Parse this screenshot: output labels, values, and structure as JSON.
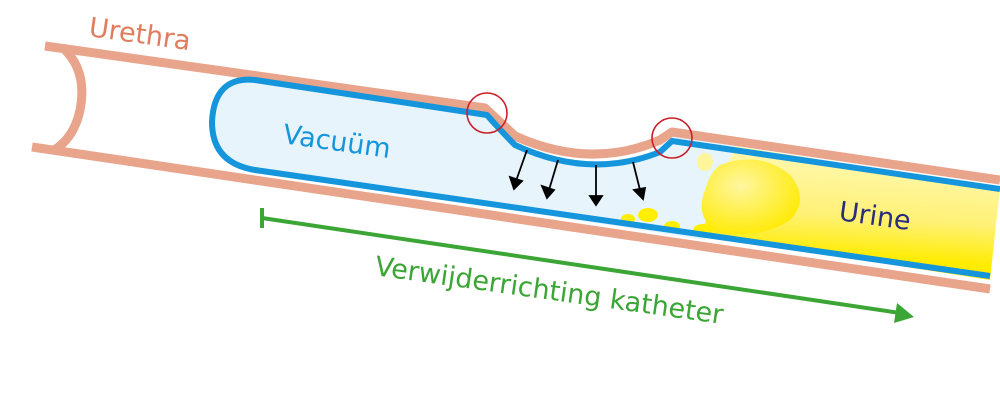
{
  "labels": {
    "urethra": "Urethra",
    "vacuum": "Vacuüm",
    "urine": "Urine",
    "direction": "Verwijderrichting katheter"
  },
  "colors": {
    "urethra": "#e9a48c",
    "urethra_text": "#e07d5e",
    "catheter": "#1595db",
    "vacuum_fill": "#e7f4fc",
    "vacuum_text": "#1595db",
    "urine_fill": "#ffee00",
    "urine_text": "#2b2d7c",
    "direction": "#3ba535",
    "highlight": "#cc1f2a",
    "suction_arrow": "#000000"
  },
  "suction_arrows": 4,
  "highlight_circles": 2
}
